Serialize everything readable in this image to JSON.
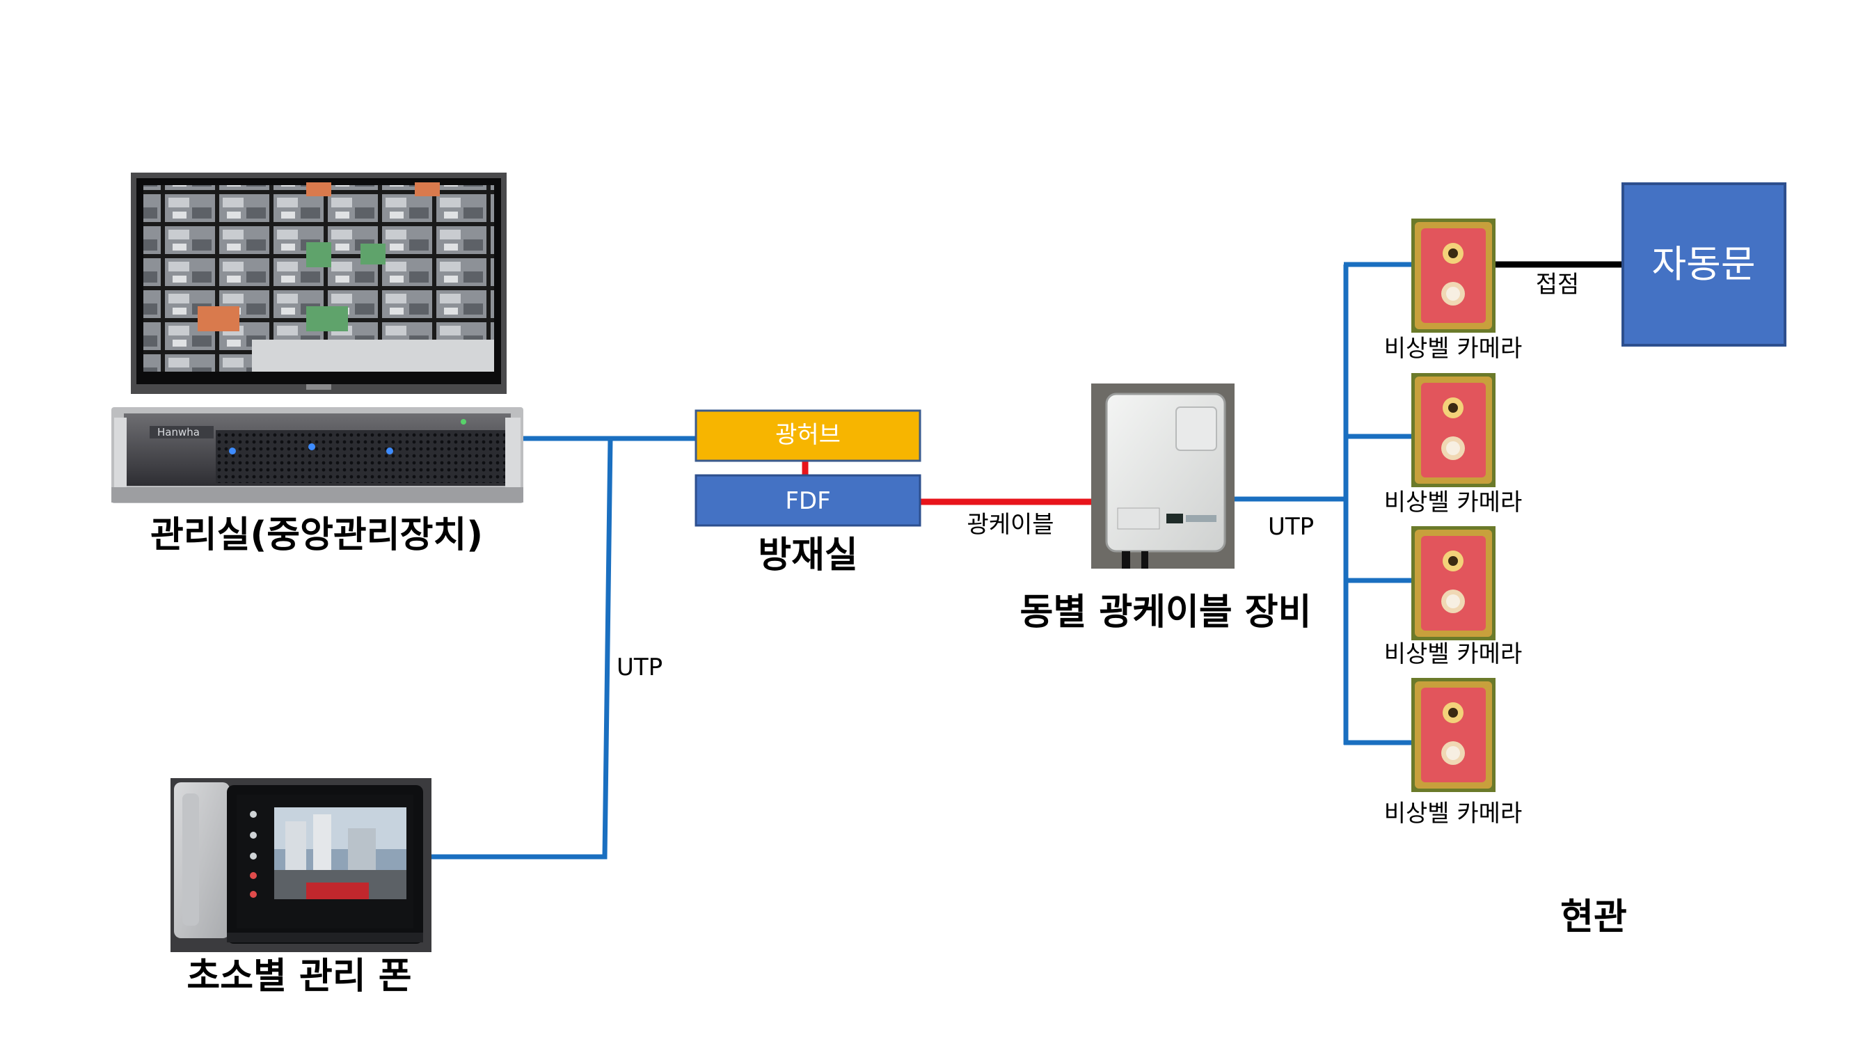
{
  "colors": {
    "utp_line": "#1a6fc0",
    "fiber_line": "#e8141b",
    "contact_line": "#000000",
    "hub_box": "#f7b500",
    "fdf_box": "#4472c4",
    "door_box": "#4472c4"
  },
  "control_room": {
    "label": "관리실(중앙관리장치)",
    "monitor_icon": "cctv-monitor-icon",
    "nvr_icon": "nvr-server-icon",
    "nvr_brand": "Hanwha"
  },
  "guard_phone": {
    "label": "초소별 관리 폰",
    "icon": "guard-intercom-phone-icon"
  },
  "disaster_room": {
    "label": "방재실",
    "hub_label": "광허브",
    "fdf_label": "FDF"
  },
  "building_unit": {
    "label": "동별 광케이블 장비",
    "icon": "fiber-optic-enclosure-icon"
  },
  "links": {
    "utp_left": "UTP",
    "fiber": "광케이블",
    "utp_right": "UTP",
    "contact": "접점"
  },
  "entrance": {
    "label": "현관",
    "cameras": [
      {
        "label": "비상벨 카메라"
      },
      {
        "label": "비상벨 카메라"
      },
      {
        "label": "비상벨 카메라"
      },
      {
        "label": "비상벨 카메라"
      }
    ],
    "door_label": "자동문"
  }
}
